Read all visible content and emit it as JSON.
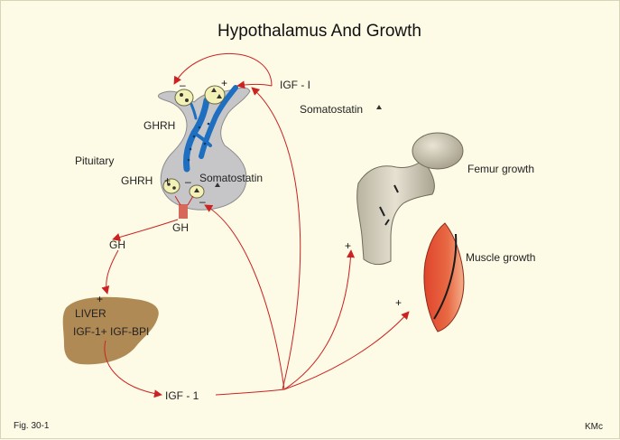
{
  "title": "Hypothalamus And Growth",
  "labels": {
    "igf_top": "IGF - I",
    "somatostatin_top": "Somatostatin",
    "ghrh_upper": "GHRH",
    "pituitary": "Pituitary",
    "ghrh_lower": "GHRH",
    "somatostatin_mid": "Somatostatin",
    "gh_pituitary": "GH",
    "gh_left": "GH",
    "liver": "LIVER",
    "liver_product": "IGF-1+ IGF-BPI",
    "igf_bottom": "IGF - 1",
    "femur": "Femur growth",
    "muscle": "Muscle growth"
  },
  "signs": {
    "minus_top": "–",
    "plus_top": "+",
    "plus_lower": "+",
    "minus_lower": "–",
    "minus_bottom": "–",
    "plus_liver": "+",
    "plus_bone": "+",
    "plus_muscle": "+"
  },
  "footer": {
    "figure": "Fig. 30-1",
    "author": "KMc"
  },
  "colors": {
    "background": "#fdfbe6",
    "arrow": "#cc2222",
    "liver": "#b08a55",
    "muscle": "#d84a2e",
    "bone": "#d8d3c1",
    "pituitary": "#c6c6c9",
    "neuron": "#1e6fc0"
  }
}
